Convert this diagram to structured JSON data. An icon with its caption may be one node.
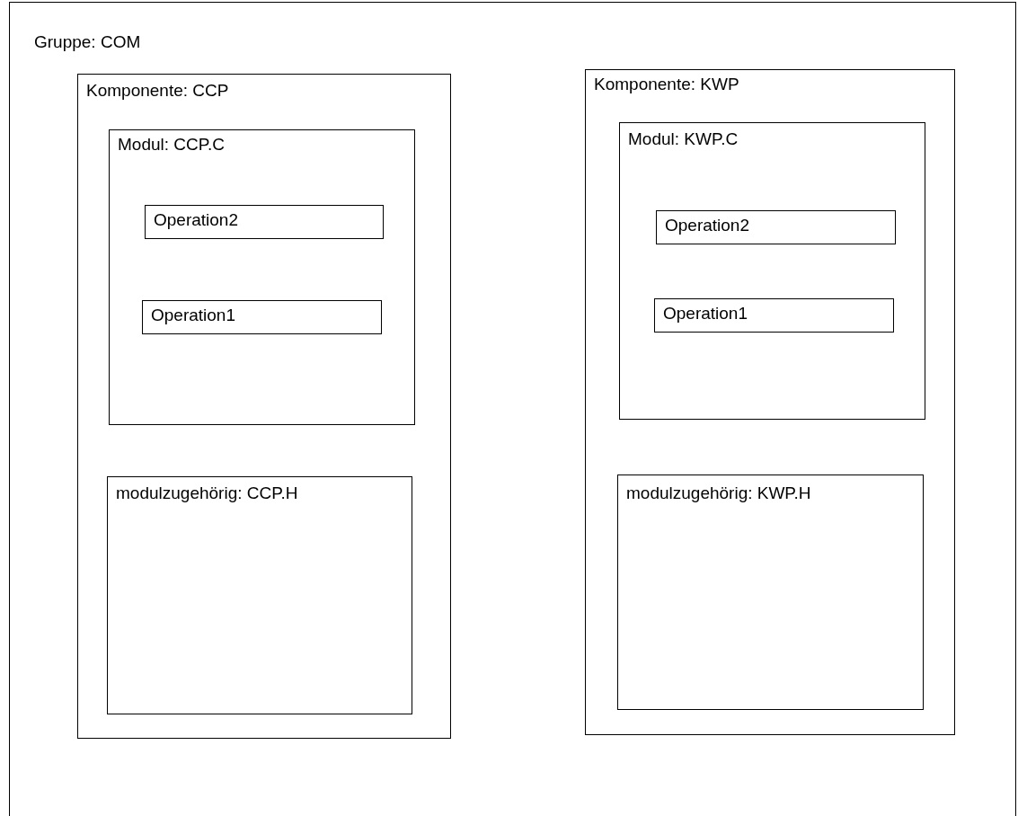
{
  "diagram": {
    "nodes": [
      {
        "text": [
          "Gruppe: COM"
        ]
      },
      {
        "text": [
          "Komponente: CCP"
        ],
        "in": 0
      },
      {
        "text": [
          "Modul: CCP.C"
        ],
        "in": 1
      },
      {
        "text": [
          "Operation2"
        ],
        "in": 2
      },
      {
        "text": [
          "Operation1"
        ],
        "in": 2
      },
      {
        "text": [
          "modulzugehörig: CCP.H"
        ],
        "in": 1
      },
      {
        "text": [
          "Komponente: KWP"
        ],
        "in": 0
      },
      {
        "text": [
          "Modul: KWP.C"
        ],
        "in": 6
      },
      {
        "text": [
          "Operation2"
        ],
        "in": 7
      },
      {
        "text": [
          "Operation1"
        ],
        "in": 7
      },
      {
        "text": [
          "modulzugehörig: KWP.H"
        ],
        "in": 6
      }
    ]
  }
}
